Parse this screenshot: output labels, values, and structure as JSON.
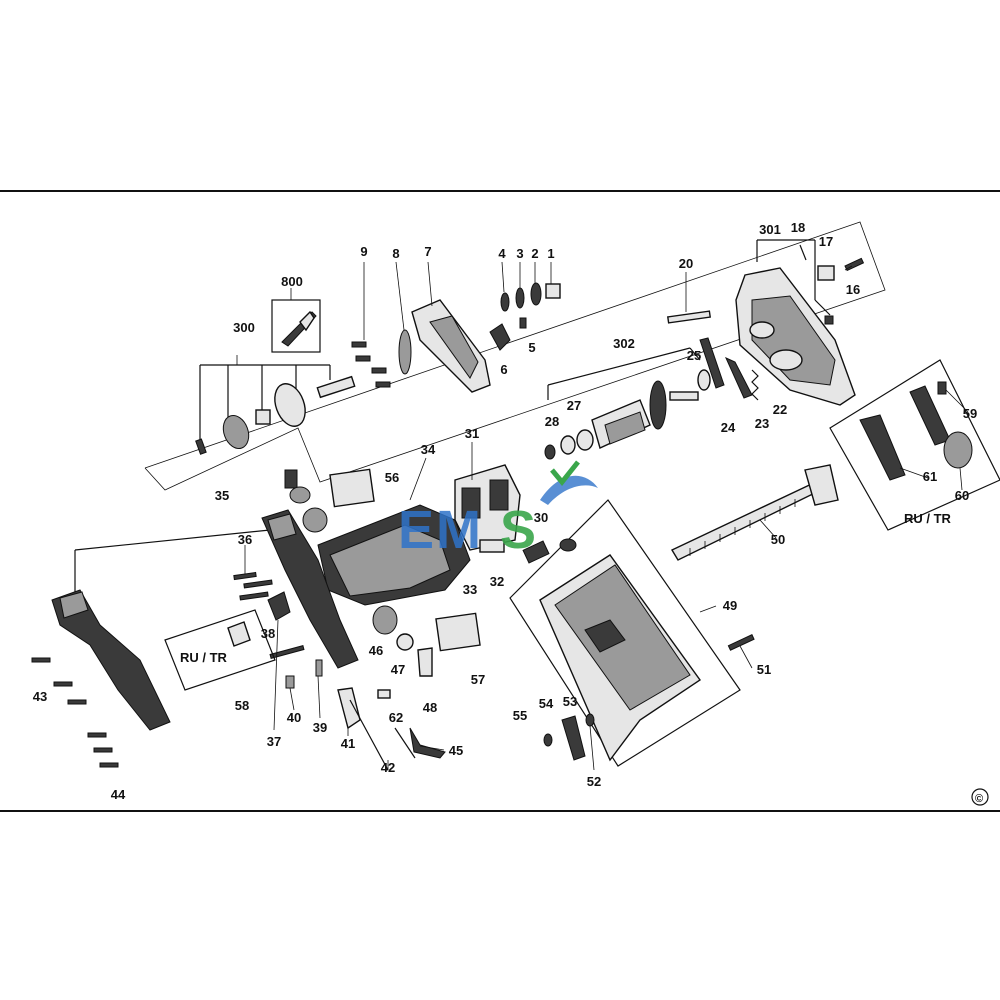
{
  "diagram": {
    "part_numbers": [
      "1",
      "2",
      "3",
      "4",
      "5",
      "6",
      "7",
      "8",
      "9",
      "16",
      "17",
      "18",
      "20",
      "22",
      "23",
      "24",
      "25",
      "27",
      "28",
      "30",
      "31",
      "32",
      "33",
      "34",
      "35",
      "36",
      "37",
      "38",
      "39",
      "40",
      "41",
      "42",
      "43",
      "44",
      "45",
      "46",
      "47",
      "48",
      "49",
      "50",
      "51",
      "52",
      "53",
      "54",
      "55",
      "56",
      "57",
      "58",
      "59",
      "60",
      "61",
      "62",
      "300",
      "301",
      "302",
      "800"
    ],
    "region_tags": {
      "left_box": "RU / TR",
      "right_box": "RU / TR"
    },
    "copyright_mark": "©"
  },
  "watermark": {
    "text_e": "E",
    "text_m": "M",
    "text_s": "S",
    "colors": {
      "blue": "#2f73c9",
      "green": "#3aa64b"
    }
  }
}
